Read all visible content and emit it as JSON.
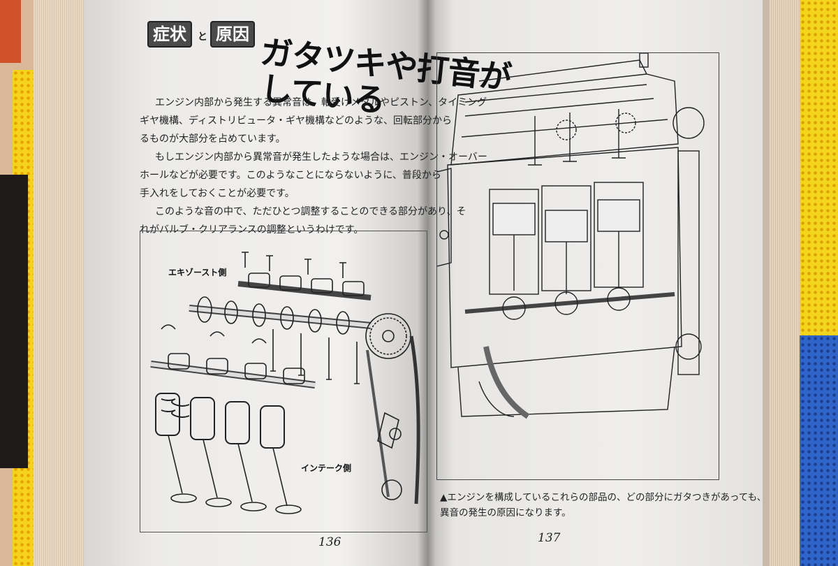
{
  "left_page": {
    "tags": [
      "症状",
      "原因"
    ],
    "tag_connector": "と",
    "title_lines": [
      "ガタツキや打音が",
      "している"
    ],
    "paragraph_lines": [
      "エンジン内部から発生する異常音は、軸受けメタルやピストン、タイミング",
      "ギヤ機構、ディストリビュータ・ギヤ機構などのような、回転部分から",
      "るものが大部分を占めています。",
      "もしエンジン内部から異常音が発生したような場合は、エンジン・オーバー",
      "ホールなどが必要です。このようなことにならないように、普段から",
      "手入れをしておくことが必要です。",
      "このような音の中で、ただひとつ調整することのできる部分があり、そ",
      "れがバルブ・クリアランスの調整というわけです。"
    ],
    "figure_labels": {
      "exhaust": "エキゾースト側",
      "intake": "インテーク側"
    },
    "page_number": "136"
  },
  "right_page": {
    "caption_lines": [
      "▲エンジンを構成しているこれらの部品の、どの部分にガタつきがあっても、",
      "異音の発生の原因になります。"
    ],
    "page_number": "137"
  }
}
